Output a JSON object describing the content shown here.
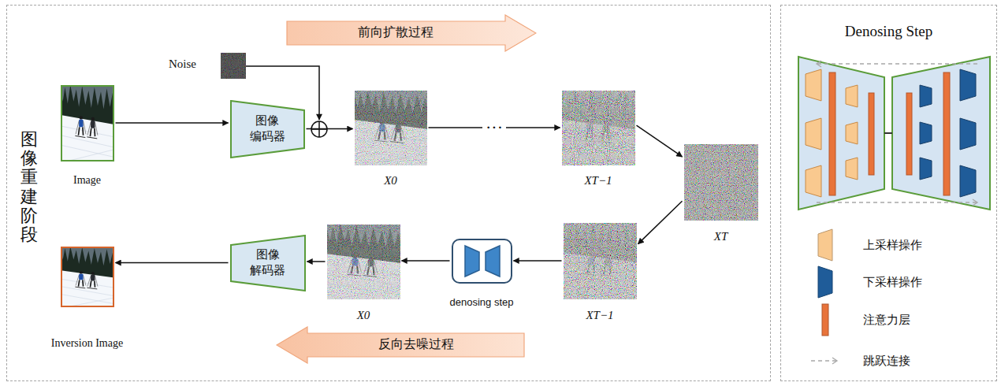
{
  "diagram": {
    "nodes": [
      {
        "text": [
          "图像重建阶段"
        ]
      },
      {
        "text": [
          "前向扩散过程"
        ],
        "in": 0
      },
      {
        "text": [
          "Image"
        ],
        "in": 0
      },
      {
        "text": [
          "图像 编码器"
        ],
        "in": 0
      },
      {
        "text": [
          "X0"
        ],
        "in": 0
      },
      {
        "text": [
          "XT−1"
        ],
        "in": 0
      },
      {
        "text": [
          "XT"
        ],
        "in": 0
      },
      {
        "text": [
          "XT−1"
        ],
        "in": 0
      },
      {
        "text": [
          "denosing step"
        ],
        "in": 0
      },
      {
        "text": [
          "X0"
        ],
        "in": 0
      },
      {
        "text": [
          "图像 解码器"
        ],
        "in": 0
      },
      {
        "text": [
          "Inversion Image"
        ],
        "in": 0
      },
      {
        "text": [
          "反向去噪过程"
        ],
        "in": 0
      },
      {
        "text": [
          "Denosing Step"
        ]
      }
    ],
    "edges": [
      {
        "from": 2,
        "to": 3,
        "arrow": "to"
      },
      {
        "from": 3,
        "to": 4,
        "arrow": "to"
      },
      {
        "from": 4,
        "to": 5,
        "label": "···",
        "arrow": "to"
      },
      {
        "from": 5,
        "to": 6,
        "arrow": "to"
      },
      {
        "from": 6,
        "to": 7,
        "arrow": "to"
      },
      {
        "from": 7,
        "to": 8,
        "arrow": "to"
      },
      {
        "from": 8,
        "to": 9,
        "arrow": "to"
      },
      {
        "from": 9,
        "to": 10,
        "arrow": "to"
      },
      {
        "from": 10,
        "to": 11,
        "arrow": "to"
      }
    ],
    "labels": [
      "Noise"
    ],
    "legend": [
      {
        "text": "上采样操作",
        "color": "#f9c98f"
      },
      {
        "text": "下采样操作",
        "color": "#1f5c99"
      },
      {
        "text": "注意力层",
        "color": "#e8733a"
      },
      {
        "text": "跳跃连接"
      }
    ]
  }
}
